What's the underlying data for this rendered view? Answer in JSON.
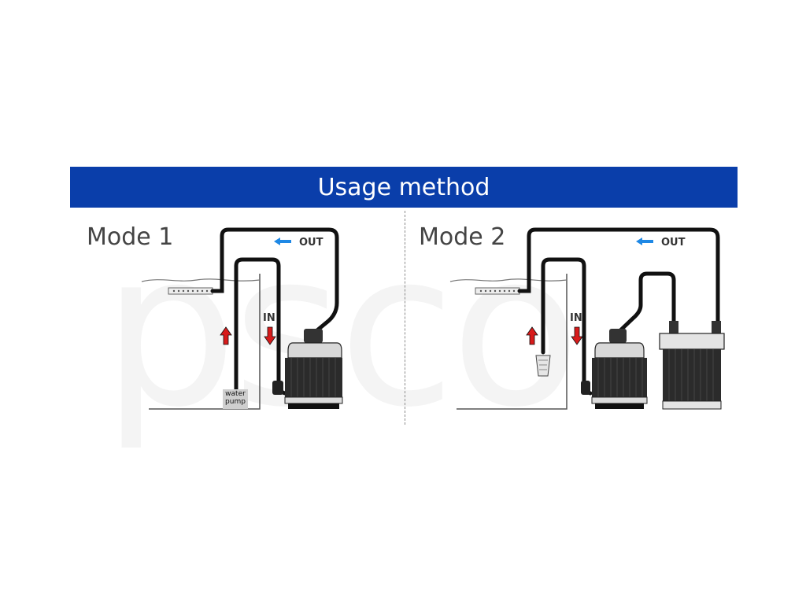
{
  "watermark": "psco",
  "header": {
    "title": "Usage method",
    "background": "#0a3eaa"
  },
  "modes": [
    {
      "label": "Mode 1",
      "out_label": "OUT",
      "in_label": "IN",
      "pump_label": "water pump"
    },
    {
      "label": "Mode 2",
      "out_label": "OUT",
      "in_label": "IN"
    }
  ],
  "colors": {
    "out_arrow": "#1e88e5",
    "up_arrow": "#d81b1b",
    "down_arrow": "#d81b1b",
    "tube": "#111111"
  }
}
